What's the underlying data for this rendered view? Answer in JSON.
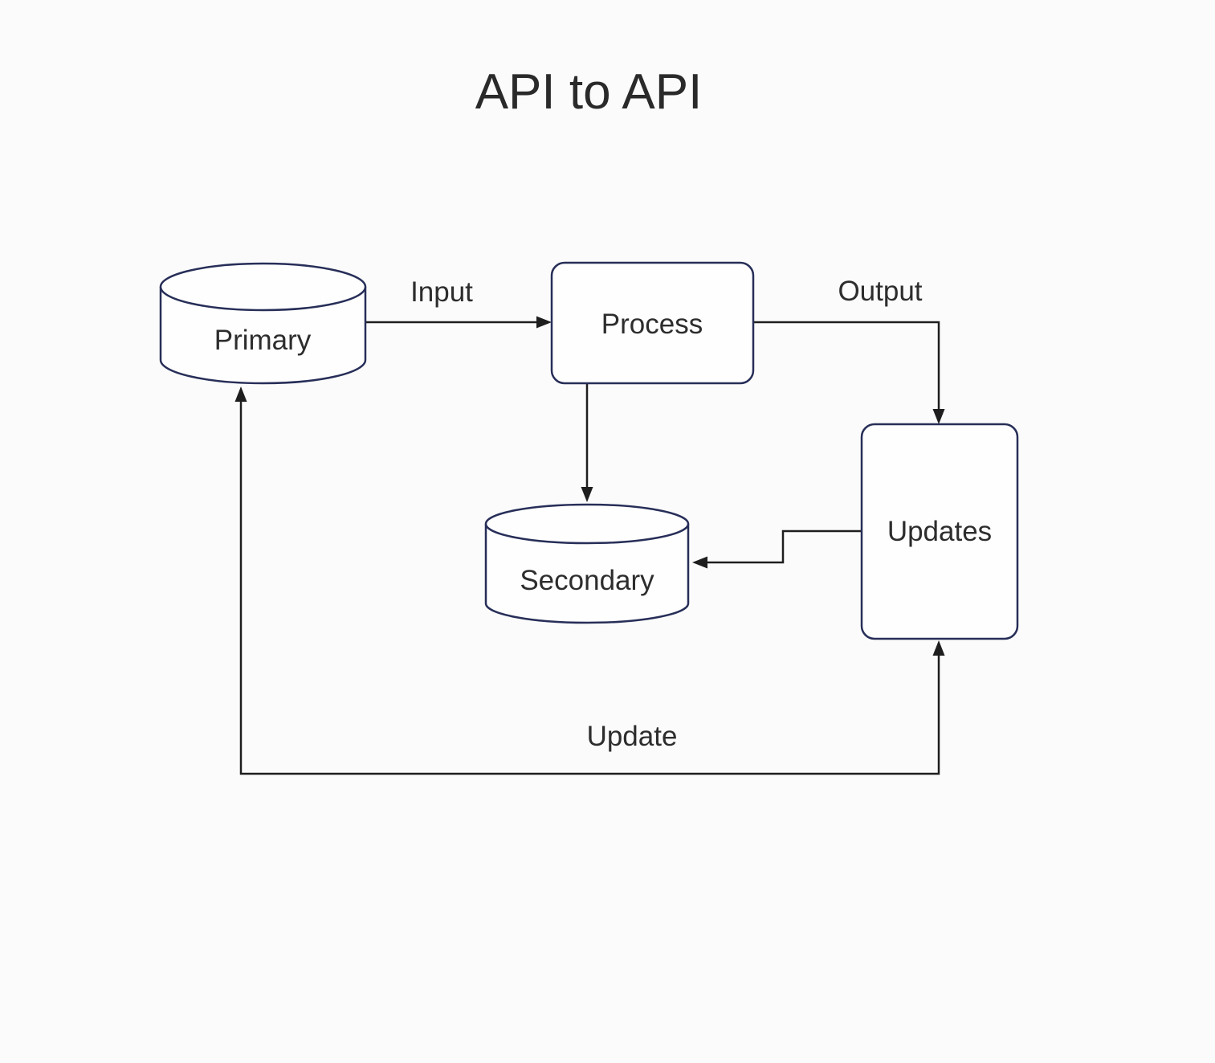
{
  "title": "API to API",
  "colors": {
    "background": "#fbfbfb",
    "node_outline": "#272e58",
    "node_fill": "#fefefe",
    "connector": "#1e1e1e",
    "text": "#2d2d2d"
  },
  "nodes": [
    {
      "id": "primary",
      "type": "database-cylinder",
      "label": "Primary"
    },
    {
      "id": "process",
      "type": "rounded-rectangle",
      "label": "Process"
    },
    {
      "id": "secondary",
      "type": "database-cylinder",
      "label": "Secondary"
    },
    {
      "id": "updates",
      "type": "rounded-rectangle",
      "label": "Updates"
    }
  ],
  "edges": [
    {
      "from": "primary",
      "to": "process",
      "label": "Input"
    },
    {
      "from": "process",
      "to": "updates",
      "label": "Output"
    },
    {
      "from": "process",
      "to": "secondary",
      "label": ""
    },
    {
      "from": "updates",
      "to": "secondary",
      "label": ""
    },
    {
      "from": "updates",
      "to": "primary",
      "label": "Update"
    }
  ]
}
